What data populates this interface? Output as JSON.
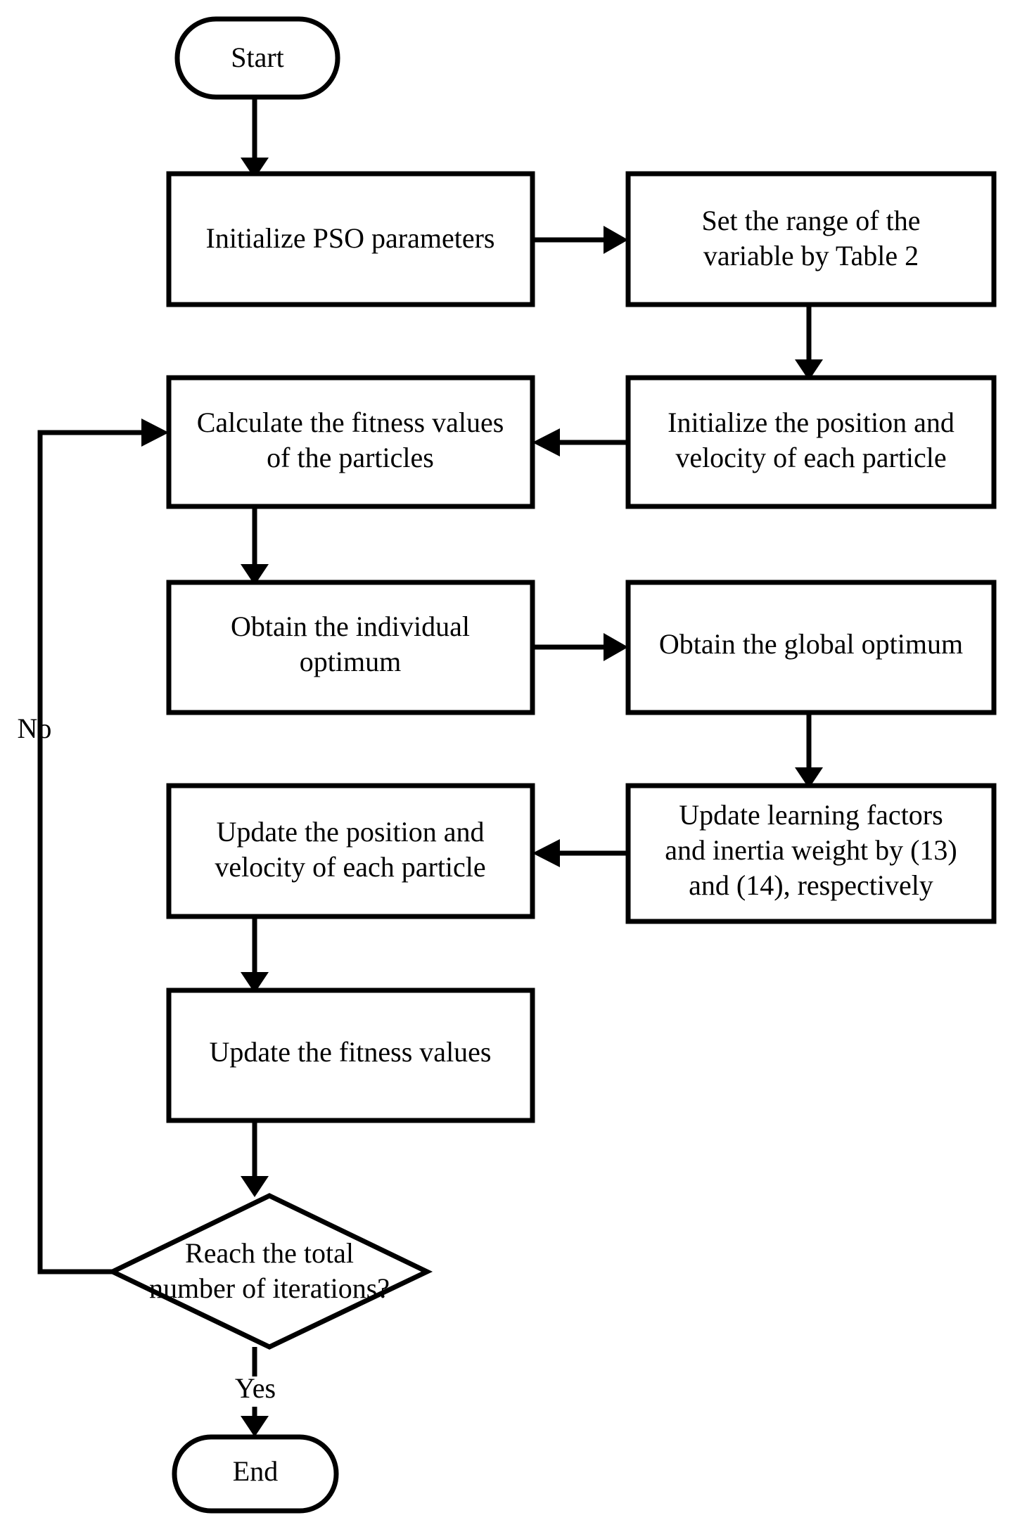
{
  "diagram": {
    "title": "PSO algorithm flowchart",
    "colors": {
      "stroke": "#000000",
      "fill": "#ffffff",
      "text": "#000000"
    },
    "nodes": {
      "start": {
        "label": "Start",
        "shape": "terminator"
      },
      "init_pso": {
        "label": "Initialize PSO parameters",
        "shape": "process"
      },
      "set_range_l1": {
        "label": "Set the range of the",
        "shape": "process"
      },
      "set_range_l2": {
        "label": "variable by Table 2"
      },
      "init_pos_l1": {
        "label": "Initialize the position and",
        "shape": "process"
      },
      "init_pos_l2": {
        "label": "velocity of each particle"
      },
      "calc_fit_l1": {
        "label": "Calculate the fitness values",
        "shape": "process"
      },
      "calc_fit_l2": {
        "label": "of the particles"
      },
      "obtain_ind_l1": {
        "label": "Obtain the individual",
        "shape": "process"
      },
      "obtain_ind_l2": {
        "label": "optimum"
      },
      "obtain_glob": {
        "label": "Obtain the global optimum",
        "shape": "process"
      },
      "update_lf_l1": {
        "label": "Update learning factors",
        "shape": "process"
      },
      "update_lf_l2": {
        "label": "and inertia weight by (13)"
      },
      "update_lf_l3": {
        "label": "and (14), respectively"
      },
      "update_pos_l1": {
        "label": "Update the position and",
        "shape": "process"
      },
      "update_pos_l2": {
        "label": "velocity of each particle"
      },
      "update_fit": {
        "label": "Update the fitness values",
        "shape": "process"
      },
      "decision_l1": {
        "label": "Reach the total",
        "shape": "decision"
      },
      "decision_l2": {
        "label": "number of iterations?"
      },
      "end": {
        "label": "End",
        "shape": "terminator"
      }
    },
    "edge_labels": {
      "no": "No",
      "yes": "Yes"
    }
  }
}
